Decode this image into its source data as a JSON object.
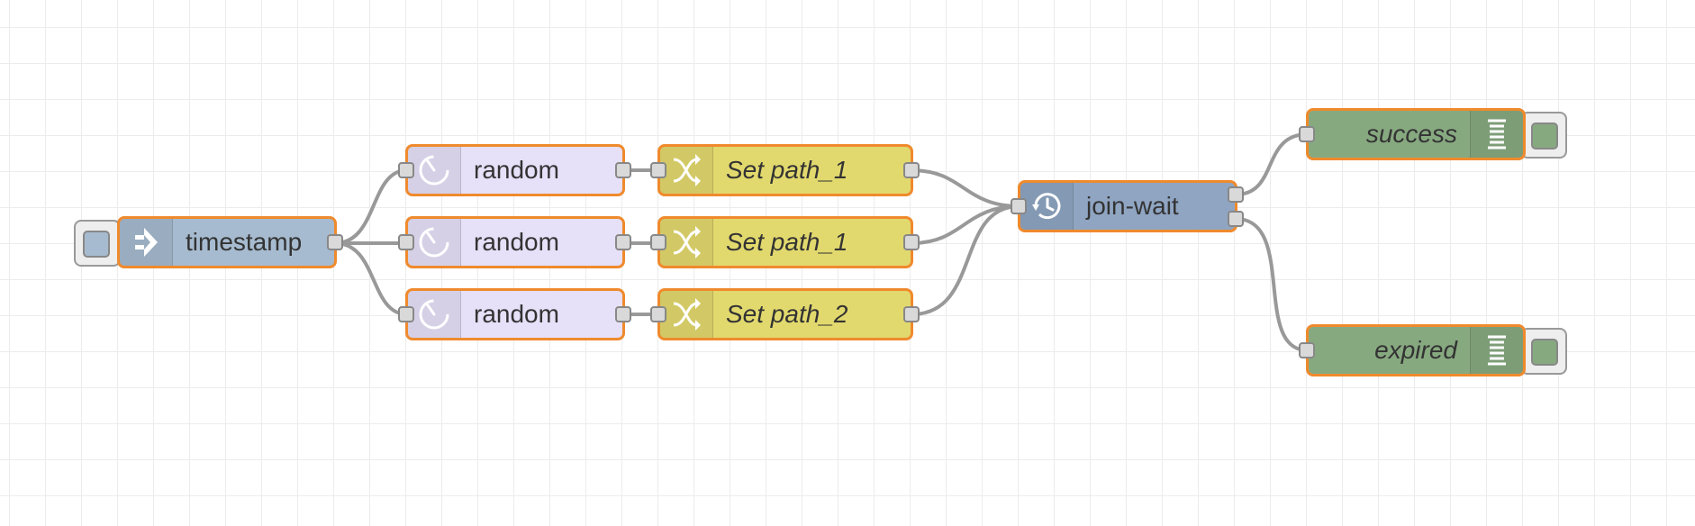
{
  "colors": {
    "inject": "#a6bbcf",
    "delay": "#e6e0f8",
    "change": "#e2d96e",
    "join": "#8fa5c2",
    "debug": "#87a980",
    "selected_border": "#ef8a2d",
    "wire": "#999999"
  },
  "nodes": {
    "timestamp": {
      "label": "timestamp",
      "icon": "arrow-in-icon"
    },
    "random_1": {
      "label": "random",
      "icon": "timer-icon"
    },
    "random_2": {
      "label": "random",
      "icon": "timer-icon"
    },
    "random_3": {
      "label": "random",
      "icon": "timer-icon"
    },
    "set_1": {
      "label": "Set path_1",
      "icon": "shuffle-icon"
    },
    "set_2": {
      "label": "Set path_1",
      "icon": "shuffle-icon"
    },
    "set_3": {
      "label": "Set path_2",
      "icon": "shuffle-icon"
    },
    "join_wait": {
      "label": "join-wait",
      "icon": "history-icon"
    },
    "success": {
      "label": "success",
      "icon": "list-icon"
    },
    "expired": {
      "label": "expired",
      "icon": "list-icon"
    }
  }
}
